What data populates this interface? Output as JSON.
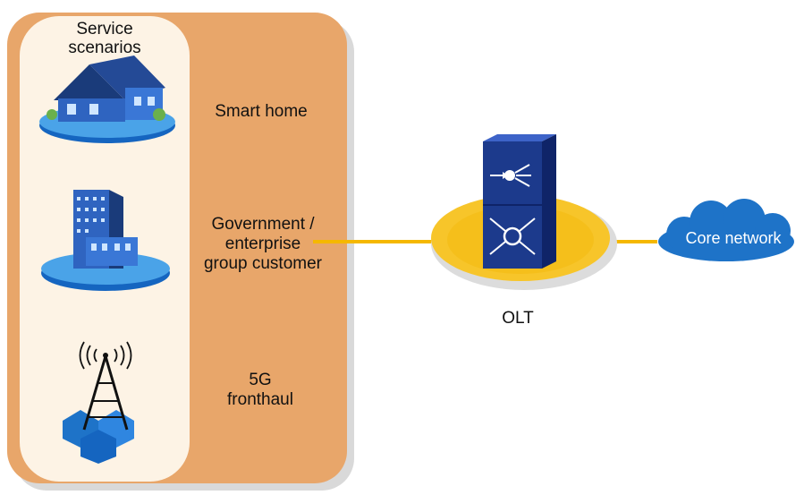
{
  "panel": {
    "title": "Service scenarios"
  },
  "scenarios": [
    {
      "label": "Smart home"
    },
    {
      "label": "Government /\nenterprise\ngroup customer"
    },
    {
      "label": "5G\nfronthaul"
    }
  ],
  "olt": {
    "label": "OLT"
  },
  "core": {
    "label": "Core network"
  },
  "colors": {
    "panel_orange": "#e8a66a",
    "panel_cream": "#fdf3e5",
    "link_yellow": "#f5b800",
    "olt_blue": "#1c3a8c",
    "cloud_blue": "#1e73c8"
  }
}
